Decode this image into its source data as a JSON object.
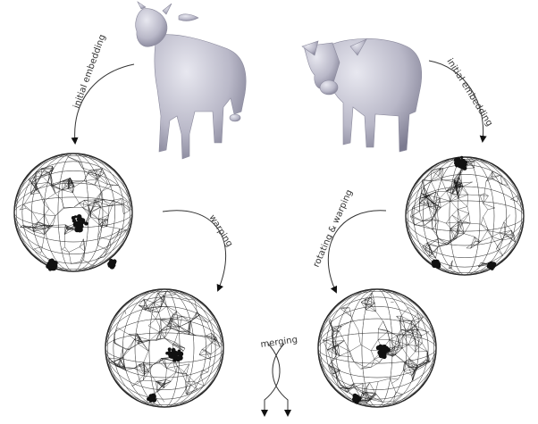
{
  "labels": {
    "initial_embedding_left": "initial embedding",
    "initial_embedding_right": "initial embedding",
    "warping": "warping",
    "rotating_warping": "rotating & warping",
    "merging": "merging"
  },
  "colors": {
    "model_fill": "#b9b8c8",
    "model_shadow": "#7c7b90",
    "mesh_line": "#1a1a1a",
    "label_text": "#333333"
  }
}
